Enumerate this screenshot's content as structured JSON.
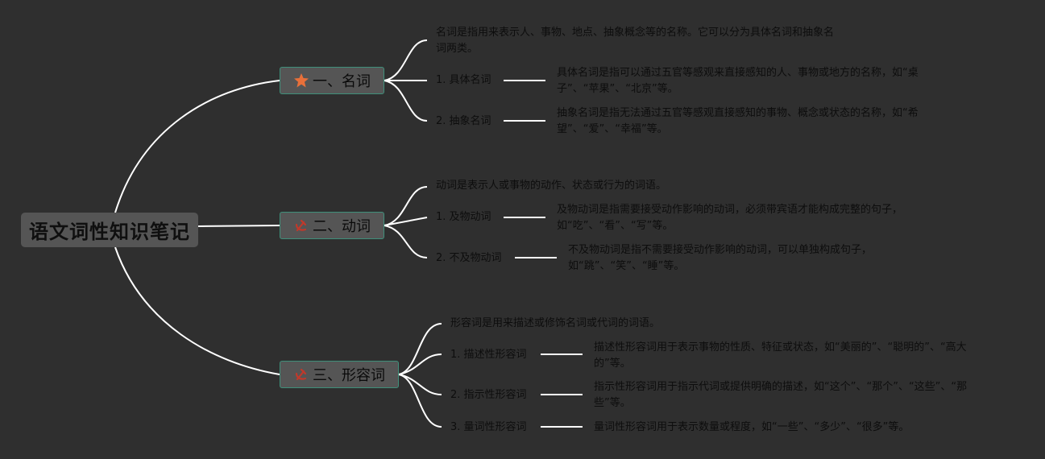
{
  "root": {
    "title": "语文词性知识笔记"
  },
  "branches": [
    {
      "title": "一、名词",
      "icon": "star-icon",
      "description": "名词是指用来表示人、事物、地点、抽象概念等的名称。它可以分为具体名词和抽象名词两类。",
      "items": [
        {
          "label": "1. 具体名词",
          "detail": "具体名词是指可以通过五官等感观来直接感知的人、事物或地方的名称，如“桌子”、“苹果”、“北京”等。"
        },
        {
          "label": "2. 抽象名词",
          "detail": "抽象名词是指无法通过五官等感观直接感知的事物、概念或状态的名称，如“希望”、“爱”、“幸福”等。"
        }
      ]
    },
    {
      "title": "二、动词",
      "icon": "hammer-sickle-icon",
      "description": "动词是表示人或事物的动作、状态或行为的词语。",
      "items": [
        {
          "label": "1. 及物动词",
          "detail": "及物动词是指需要接受动作影响的动词，必须带宾语才能构成完整的句子，如“吃”、“看”、“写”等。"
        },
        {
          "label": "2. 不及物动词",
          "detail": "不及物动词是指不需要接受动作影响的动词，可以单独构成句子，如“跳”、“笑”、“睡”等。"
        }
      ]
    },
    {
      "title": "三、形容词",
      "icon": "hammer-sickle-icon",
      "description": "形容词是用来描述或修饰名词或代词的词语。",
      "items": [
        {
          "label": "1. 描述性形容词",
          "detail": "描述性形容词用于表示事物的性质、特征或状态，如“美丽的”、“聪明的”、“高大的”等。"
        },
        {
          "label": "2. 指示性形容词",
          "detail": "指示性形容词用于指示代词或提供明确的描述，如“这个”、“那个”、“这些”、“那些”等。"
        },
        {
          "label": "3. 量词性形容词",
          "detail": "量词性形容词用于表示数量或程度，如“一些”、“多少”、“很多”等。"
        }
      ]
    }
  ],
  "colors": {
    "background": "#2f2f2f",
    "node": "#555555",
    "node_border": "#3f8f7a",
    "line": "#ffffff",
    "star": "#e8703a",
    "hammer": "#c0392b"
  }
}
